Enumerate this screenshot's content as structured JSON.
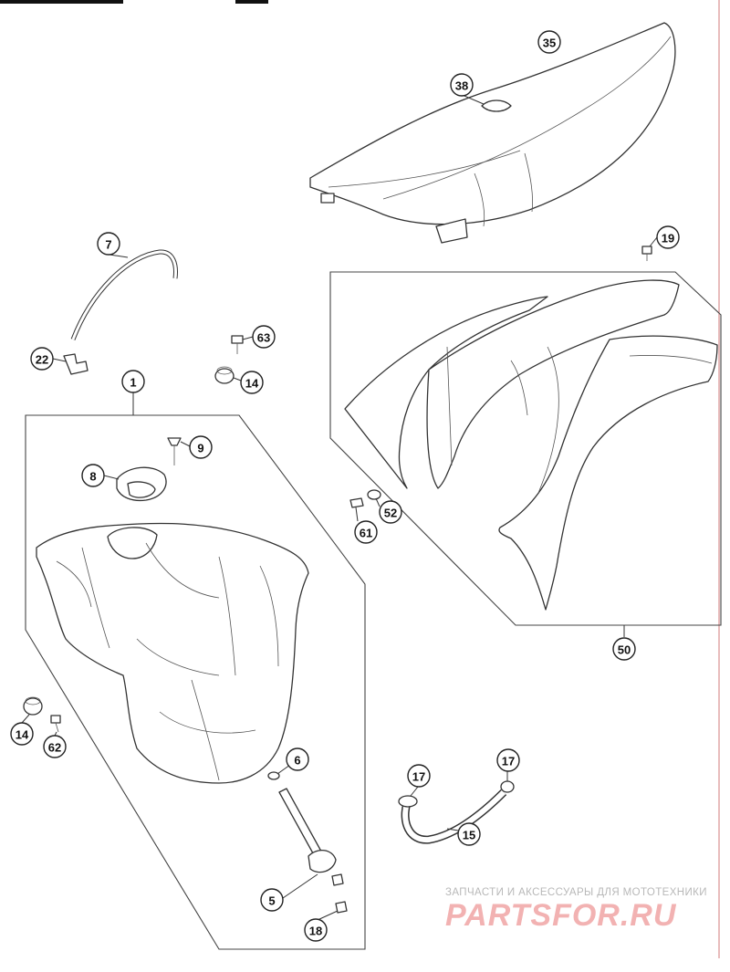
{
  "diagram": {
    "callouts": [
      {
        "id": "c35",
        "label": "35"
      },
      {
        "id": "c38",
        "label": "38"
      },
      {
        "id": "c19",
        "label": "19"
      },
      {
        "id": "c7",
        "label": "7"
      },
      {
        "id": "c63",
        "label": "63"
      },
      {
        "id": "c22",
        "label": "22"
      },
      {
        "id": "c14a",
        "label": "14"
      },
      {
        "id": "c1",
        "label": "1"
      },
      {
        "id": "c9",
        "label": "9"
      },
      {
        "id": "c8",
        "label": "8"
      },
      {
        "id": "c52",
        "label": "52"
      },
      {
        "id": "c61",
        "label": "61"
      },
      {
        "id": "c50",
        "label": "50"
      },
      {
        "id": "c14b",
        "label": "14"
      },
      {
        "id": "c62",
        "label": "62"
      },
      {
        "id": "c6",
        "label": "6"
      },
      {
        "id": "c17a",
        "label": "17"
      },
      {
        "id": "c17b",
        "label": "17"
      },
      {
        "id": "c15",
        "label": "15"
      },
      {
        "id": "c5",
        "label": "5"
      },
      {
        "id": "c18",
        "label": "18"
      }
    ]
  },
  "watermark": {
    "caption": "ЗАПЧАСТИ И АКСЕССУАРЫ ДЛЯ МОТОТЕХНИКИ",
    "logo_text": "PARTSFOR.RU",
    "logo_color": "#f2b2b2"
  },
  "colors": {
    "line": "#333333",
    "edge_accent": "#d89090"
  }
}
